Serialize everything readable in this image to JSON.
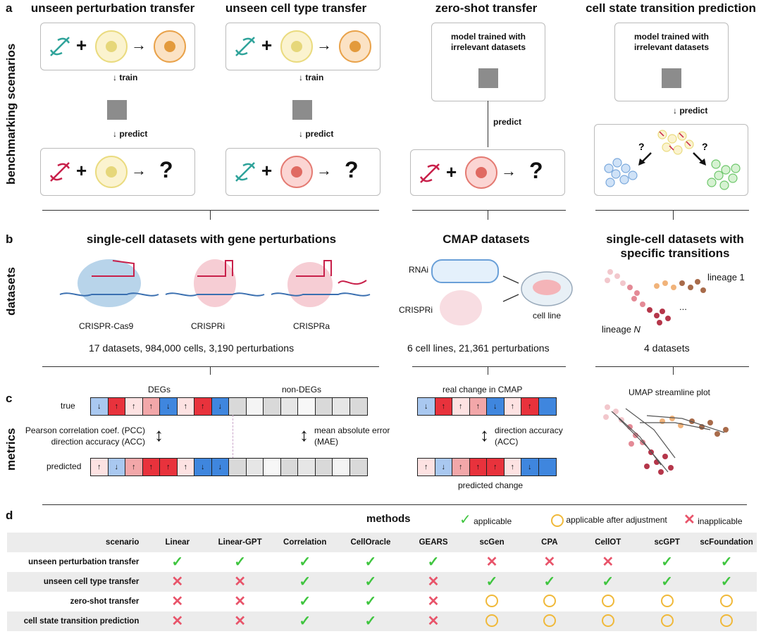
{
  "section_a": {
    "letter": "a",
    "side_label": "benchmarking scenarios",
    "scenarios": [
      {
        "title": "unseen perturbation transfer",
        "train": "train",
        "predict": "predict",
        "question": "?"
      },
      {
        "title": "unseen cell type transfer",
        "train": "train",
        "predict": "predict",
        "question": "?"
      },
      {
        "title": "zero-shot transfer",
        "model_text": "model trained with irrelevant datasets",
        "predict": "predict",
        "question": "?"
      },
      {
        "title": "cell state transition prediction",
        "model_text": "model trained with irrelevant datasets",
        "predict": "predict",
        "question": "?"
      }
    ]
  },
  "section_b": {
    "letter": "b",
    "side_label": "datasets",
    "sc_title": "single-cell datasets with gene perturbations",
    "crispr_types": [
      "CRISPR-Cas9",
      "CRISPRi",
      "CRISPRa"
    ],
    "sc_summary": "17 datasets, 984,000 cells, 3,190 perturbations",
    "cmap_title": "CMAP datasets",
    "cmap_rnai": "RNAi",
    "cmap_crispri": "CRISPRi",
    "cmap_cellline": "cell line",
    "cmap_summary": "6 cell lines, 21,361 perturbations",
    "trans_title_line1": "single-cell datasets with",
    "trans_title_line2": "specific transitions",
    "lineage1": "lineage 1",
    "lineageN_prefix": "lineage ",
    "lineageN_italic": "N",
    "ellipsis": "...",
    "trans_summary": "4 datasets"
  },
  "section_c": {
    "letter": "c",
    "side_label": "metrics",
    "degs": "DEGs",
    "non_degs": "non-DEGs",
    "true": "true",
    "predicted": "predicted",
    "pcc": "Pearson correlation coef. (PCC)",
    "acc": "direction accuracy (ACC)",
    "mae_line1": "mean absolute error",
    "mae_line2": "(MAE)",
    "real_change": "real change in CMAP",
    "pred_change": "predicted change",
    "dir_acc_line1": "direction accuracy",
    "dir_acc_line2": "(ACC)",
    "umap": "UMAP streamline plot",
    "true_strip": [
      {
        "color": "#a9c8f0",
        "arrow": "↓"
      },
      {
        "color": "#e8323c",
        "arrow": "↑"
      },
      {
        "color": "#fde2e2",
        "arrow": "↑"
      },
      {
        "color": "#f2a7a9",
        "arrow": "↑"
      },
      {
        "color": "#3f86de",
        "arrow": "↓"
      },
      {
        "color": "#fde2e2",
        "arrow": "↑"
      },
      {
        "color": "#e8323c",
        "arrow": "↑"
      },
      {
        "color": "#3f86de",
        "arrow": "↓"
      },
      {
        "color": "#d9d9d9",
        "arrow": ""
      },
      {
        "color": "#f4f4f4",
        "arrow": ""
      },
      {
        "color": "#d9d9d9",
        "arrow": ""
      },
      {
        "color": "#e6e6e6",
        "arrow": ""
      },
      {
        "color": "#f7f7f7",
        "arrow": ""
      },
      {
        "color": "#d9d9d9",
        "arrow": ""
      },
      {
        "color": "#e6e6e6",
        "arrow": ""
      },
      {
        "color": "#d9d9d9",
        "arrow": ""
      }
    ],
    "pred_strip": [
      {
        "color": "#fde2e2",
        "arrow": "↑"
      },
      {
        "color": "#a9c8f0",
        "arrow": "↓"
      },
      {
        "color": "#f2a7a9",
        "arrow": "↑"
      },
      {
        "color": "#e8323c",
        "arrow": "↑"
      },
      {
        "color": "#e8323c",
        "arrow": "↑"
      },
      {
        "color": "#fde2e2",
        "arrow": "↑"
      },
      {
        "color": "#3f86de",
        "arrow": "↓"
      },
      {
        "color": "#3f86de",
        "arrow": "↓"
      },
      {
        "color": "#d9d9d9",
        "arrow": ""
      },
      {
        "color": "#e6e6e6",
        "arrow": ""
      },
      {
        "color": "#f7f7f7",
        "arrow": ""
      },
      {
        "color": "#d9d9d9",
        "arrow": ""
      },
      {
        "color": "#e6e6e6",
        "arrow": ""
      },
      {
        "color": "#d9d9d9",
        "arrow": ""
      },
      {
        "color": "#f4f4f4",
        "arrow": ""
      },
      {
        "color": "#d9d9d9",
        "arrow": ""
      }
    ],
    "cmap_true_strip": [
      {
        "color": "#a9c8f0",
        "arrow": "↓"
      },
      {
        "color": "#e8323c",
        "arrow": "↑"
      },
      {
        "color": "#fde2e2",
        "arrow": "↑"
      },
      {
        "color": "#f2a7a9",
        "arrow": "↑"
      },
      {
        "color": "#3f86de",
        "arrow": "↓"
      },
      {
        "color": "#fde2e2",
        "arrow": "↑"
      },
      {
        "color": "#e8323c",
        "arrow": "↑"
      },
      {
        "color": "#3f86de",
        "arrow": ""
      }
    ],
    "cmap_pred_strip": [
      {
        "color": "#fde2e2",
        "arrow": "↑"
      },
      {
        "color": "#a9c8f0",
        "arrow": "↓"
      },
      {
        "color": "#f2a7a9",
        "arrow": "↑"
      },
      {
        "color": "#e8323c",
        "arrow": "↑"
      },
      {
        "color": "#e8323c",
        "arrow": "↑"
      },
      {
        "color": "#fde2e2",
        "arrow": "↑"
      },
      {
        "color": "#3f86de",
        "arrow": "↓"
      },
      {
        "color": "#3f86de",
        "arrow": ""
      }
    ]
  },
  "section_d": {
    "letter": "d",
    "methods_title": "methods",
    "legend": {
      "applicable": "applicable",
      "adjust": "applicable after adjustment",
      "inapplicable": "inapplicable"
    },
    "columns": [
      "scenario",
      "Linear",
      "Linear-GPT",
      "Correlation",
      "CellOracle",
      "GEARS",
      "scGen",
      "CPA",
      "CellOT",
      "scGPT",
      "scFoundation"
    ],
    "rows": [
      {
        "scenario": "unseen perturbation transfer",
        "values": [
          "Y",
          "Y",
          "Y",
          "Y",
          "Y",
          "X",
          "X",
          "X",
          "Y",
          "Y"
        ]
      },
      {
        "scenario": "unseen cell type transfer",
        "values": [
          "X",
          "X",
          "Y",
          "Y",
          "X",
          "Y",
          "Y",
          "Y",
          "Y",
          "Y"
        ]
      },
      {
        "scenario": "zero-shot transfer",
        "values": [
          "X",
          "X",
          "Y",
          "Y",
          "X",
          "O",
          "O",
          "O",
          "O",
          "O"
        ]
      },
      {
        "scenario": "cell state transition prediction",
        "values": [
          "X",
          "X",
          "Y",
          "Y",
          "X",
          "O",
          "O",
          "O",
          "O",
          "O"
        ]
      }
    ],
    "colors": {
      "applicable": "#3fc53f",
      "adjust": "#f0b93a",
      "inapplicable": "#e8546a"
    }
  }
}
